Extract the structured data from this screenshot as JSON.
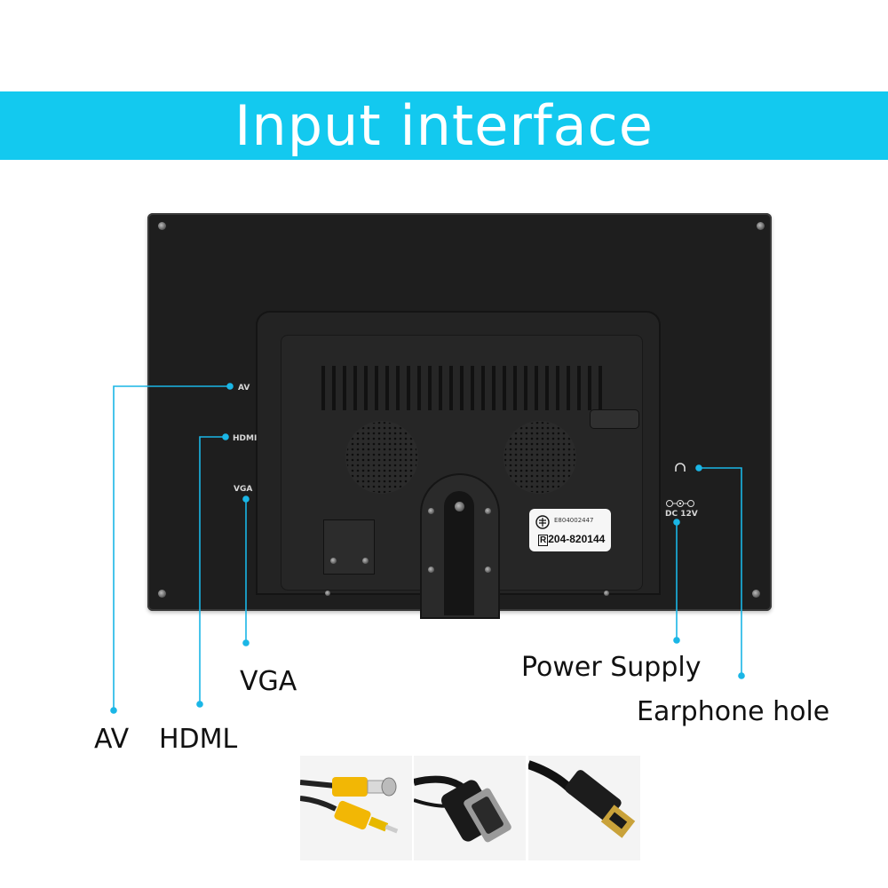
{
  "banner": {
    "title": "Input interface",
    "color": "#13c9ef"
  },
  "monitor": {
    "port_labels": {
      "av": "AV",
      "hdmi": "HDMI",
      "vga": "VGA",
      "dc": "DC 12V"
    },
    "sticker": {
      "code_small": "E804002447",
      "code_big": "204-820144",
      "reg_mark": "R"
    }
  },
  "labels": {
    "vga": "VGA",
    "av": "AV",
    "hdml": "HDML",
    "power_supply": "Power Supply",
    "earphone_hole": "Earphone hole"
  },
  "callout_color": "#1ab6e6",
  "cables": [
    {
      "icon": "rca-cable-icon"
    },
    {
      "icon": "vga-cable-icon"
    },
    {
      "icon": "hdmi-cable-icon"
    }
  ]
}
